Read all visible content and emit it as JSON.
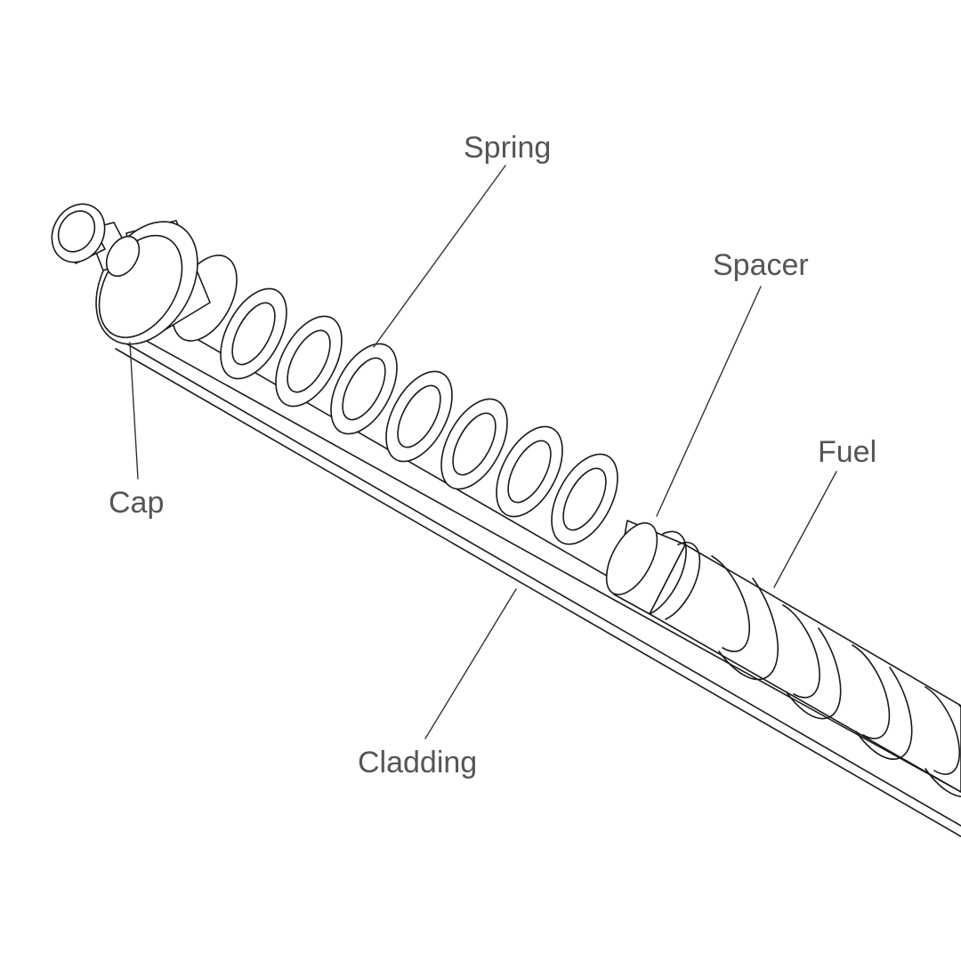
{
  "labels": {
    "spring": "Spring",
    "spacer": "Spacer",
    "fuel": "Fuel",
    "cap": "Cap",
    "cladding": "Cladding"
  },
  "colors": {
    "line": "#1a1a1a",
    "leader": "#333333",
    "text": "#555555",
    "background": "#ffffff"
  }
}
